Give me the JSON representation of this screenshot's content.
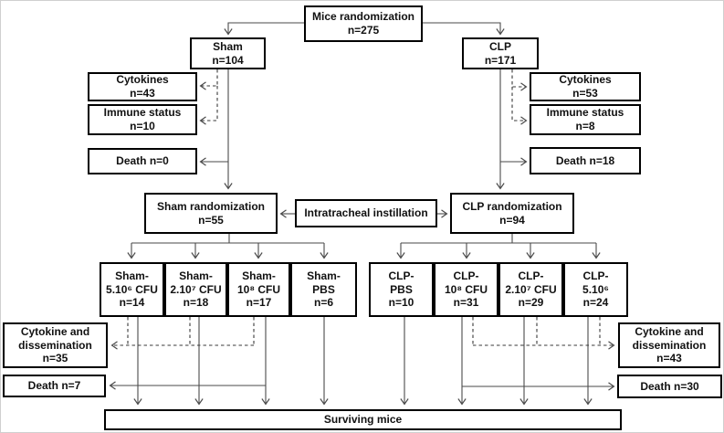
{
  "figure": {
    "bottom_caption": "Surviving mice"
  },
  "colors": {
    "box_border": "#000000",
    "box_fill": "#ffffff",
    "connector": "#4a4a4a",
    "text": "#111111",
    "background": "#ffffff"
  },
  "nodes": {
    "mice_randomization": {
      "lines": [
        "Mice randomization",
        "n=275"
      ]
    },
    "sham": {
      "lines": [
        "Sham",
        "n=104"
      ]
    },
    "clp": {
      "lines": [
        "CLP",
        "n=171"
      ]
    },
    "cytokines_sham": {
      "lines": [
        "Cytokines",
        "n=43"
      ]
    },
    "immune_status_sham": {
      "lines": [
        "Immune status",
        "n=10"
      ]
    },
    "death_sham": {
      "lines": [
        "Death n=0"
      ]
    },
    "cytokines_clp": {
      "lines": [
        "Cytokines",
        "n=53"
      ]
    },
    "immune_status_clp": {
      "lines": [
        "Immune status",
        "n=8"
      ]
    },
    "death_clp": {
      "lines": [
        "Death n=18"
      ]
    },
    "sham_randomization": {
      "lines": [
        "Sham randomization",
        "n=55"
      ]
    },
    "intratracheal_instillation": {
      "lines": [
        "Intratracheal instillation"
      ]
    },
    "clp_randomization": {
      "lines": [
        "CLP randomization",
        "n=94"
      ]
    },
    "sham_5e6": {
      "lines": [
        "Sham-",
        "5.10⁶ CFU",
        "n=14"
      ]
    },
    "sham_2e7": {
      "lines": [
        "Sham-",
        "2.10⁷ CFU",
        "n=18"
      ]
    },
    "sham_1e8": {
      "lines": [
        "Sham-",
        "10⁸ CFU",
        "n=17"
      ]
    },
    "sham_pbs": {
      "lines": [
        "Sham-",
        "PBS",
        "n=6"
      ]
    },
    "clp_pbs": {
      "lines": [
        "CLP-",
        "PBS",
        "n=10"
      ]
    },
    "clp_1e8": {
      "lines": [
        "CLP-",
        "10⁸ CFU",
        "n=31"
      ]
    },
    "clp_2e7": {
      "lines": [
        "CLP-",
        "2.10⁷ CFU",
        "n=29"
      ]
    },
    "clp_5e6": {
      "lines": [
        "CLP-",
        "5.10⁶",
        "n=24"
      ]
    },
    "cytokine_dissemination_sham": {
      "lines": [
        "Cytokine and",
        "dissemination",
        "n=35"
      ]
    },
    "death_sham_bottom": {
      "lines": [
        "Death n=7"
      ]
    },
    "cytokine_dissemination_clp": {
      "lines": [
        "Cytokine and",
        "dissemination",
        "n=43"
      ]
    },
    "death_clp_bottom": {
      "lines": [
        "Death n=30"
      ]
    },
    "surviving_mice": {
      "lines": [
        "Surviving mice"
      ]
    }
  }
}
